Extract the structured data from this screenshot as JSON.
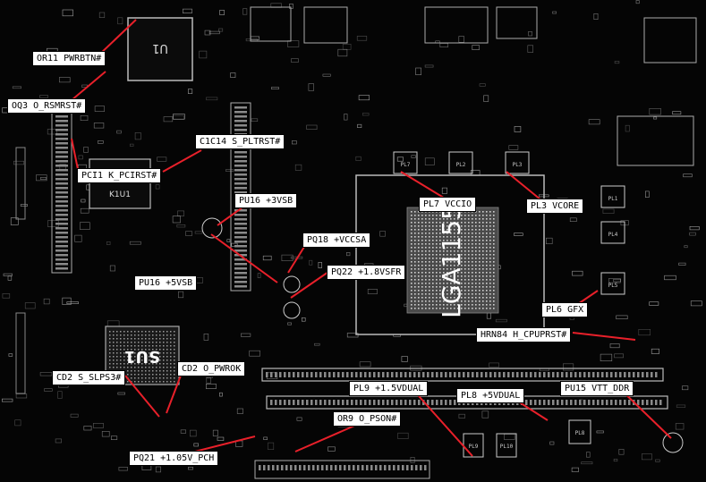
{
  "board": {
    "background": "#050505",
    "trace_color": "#bdbdbd",
    "pointer_color": "#e8202a",
    "chips": {
      "u1": "U1",
      "k1u1": "K1U1",
      "su1": "SU1",
      "cpu_socket": "LGA1155"
    },
    "pads": {
      "pl7": "PL7",
      "pl2": "PL2",
      "pl3": "PL3",
      "pl1": "PL1",
      "pl4": "PL4",
      "pl5": "PL5",
      "pl8": "PL8",
      "pl9": "PL9",
      "pl10": "PL10"
    }
  },
  "callouts": [
    {
      "id": "or11",
      "text": "OR11 PWRBTN#"
    },
    {
      "id": "oq3",
      "text": "OQ3 O_RSMRST#"
    },
    {
      "id": "c1c14",
      "text": "C1C14 S_PLTRST#"
    },
    {
      "id": "pci1",
      "text": "PCI1 K_PCIRST#"
    },
    {
      "id": "pu16a",
      "text": "PU16 +3VSB"
    },
    {
      "id": "pq18",
      "text": "PQ18 +VCCSA"
    },
    {
      "id": "pq22",
      "text": "PQ22 +1.8VSFR"
    },
    {
      "id": "pu16b",
      "text": "PU16 +5VSB"
    },
    {
      "id": "pl7",
      "text": "PL7 VCCIO"
    },
    {
      "id": "pl3",
      "text": "PL3 VCORE"
    },
    {
      "id": "pl6",
      "text": "PL6 GFX"
    },
    {
      "id": "hrn84",
      "text": "HRN84 H_CPUPRST#"
    },
    {
      "id": "cd2a",
      "text": "CD2 S_SLPS3#"
    },
    {
      "id": "cd2b",
      "text": "CD2 O_PWROK"
    },
    {
      "id": "pl9",
      "text": "PL9 +1.5VDUAL"
    },
    {
      "id": "pl8",
      "text": "PL8 +5VDUAL"
    },
    {
      "id": "pu15",
      "text": "PU15 VTT_DDR"
    },
    {
      "id": "or9",
      "text": "OR9 O_PSON#"
    },
    {
      "id": "pq21",
      "text": "PQ21 +1.05V_PCH"
    }
  ]
}
